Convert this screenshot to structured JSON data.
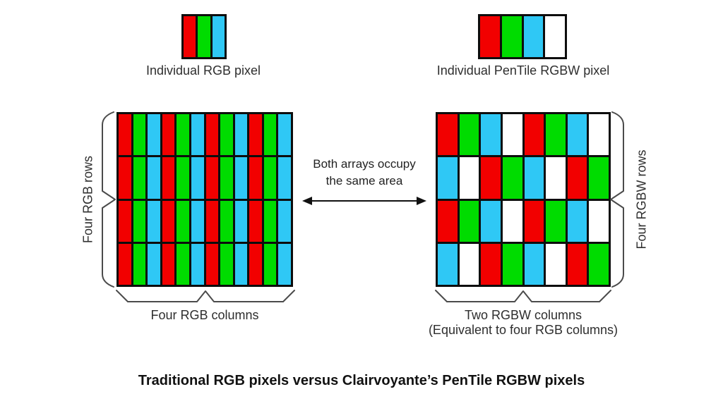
{
  "colors": {
    "red": "#f20000",
    "green": "#00dc00",
    "cyan": "#2fc8f5",
    "white": "#ffffff"
  },
  "individual_rgb": {
    "caption": "Individual RGB pixel",
    "stripes": [
      "red",
      "green",
      "cyan"
    ]
  },
  "individual_rgbw": {
    "caption": "Individual PenTile RGBW pixel",
    "stripes": [
      "red",
      "green",
      "cyan",
      "white"
    ]
  },
  "left_array": {
    "rows_label": "Four RGB rows",
    "columns_label": "Four RGB columns",
    "pattern": [
      [
        "red",
        "green",
        "cyan",
        "red",
        "green",
        "cyan",
        "red",
        "green",
        "cyan",
        "red",
        "green",
        "cyan"
      ],
      [
        "red",
        "green",
        "cyan",
        "red",
        "green",
        "cyan",
        "red",
        "green",
        "cyan",
        "red",
        "green",
        "cyan"
      ],
      [
        "red",
        "green",
        "cyan",
        "red",
        "green",
        "cyan",
        "red",
        "green",
        "cyan",
        "red",
        "green",
        "cyan"
      ],
      [
        "red",
        "green",
        "cyan",
        "red",
        "green",
        "cyan",
        "red",
        "green",
        "cyan",
        "red",
        "green",
        "cyan"
      ]
    ]
  },
  "right_array": {
    "rows_label": "Four RGBW rows",
    "columns_label": "Two RGBW columns",
    "columns_sublabel": "(Equivalent to four RGB columns)",
    "pattern": [
      [
        "red",
        "green",
        "cyan",
        "white",
        "red",
        "green",
        "cyan",
        "white"
      ],
      [
        "cyan",
        "white",
        "red",
        "green",
        "cyan",
        "white",
        "red",
        "green"
      ],
      [
        "red",
        "green",
        "cyan",
        "white",
        "red",
        "green",
        "cyan",
        "white"
      ],
      [
        "cyan",
        "white",
        "red",
        "green",
        "cyan",
        "white",
        "red",
        "green"
      ]
    ]
  },
  "center_note": {
    "line1": "Both arrays occupy",
    "line2": "the same area"
  },
  "title": "Traditional RGB pixels versus Clairvoyante’s PenTile RGBW pixels"
}
